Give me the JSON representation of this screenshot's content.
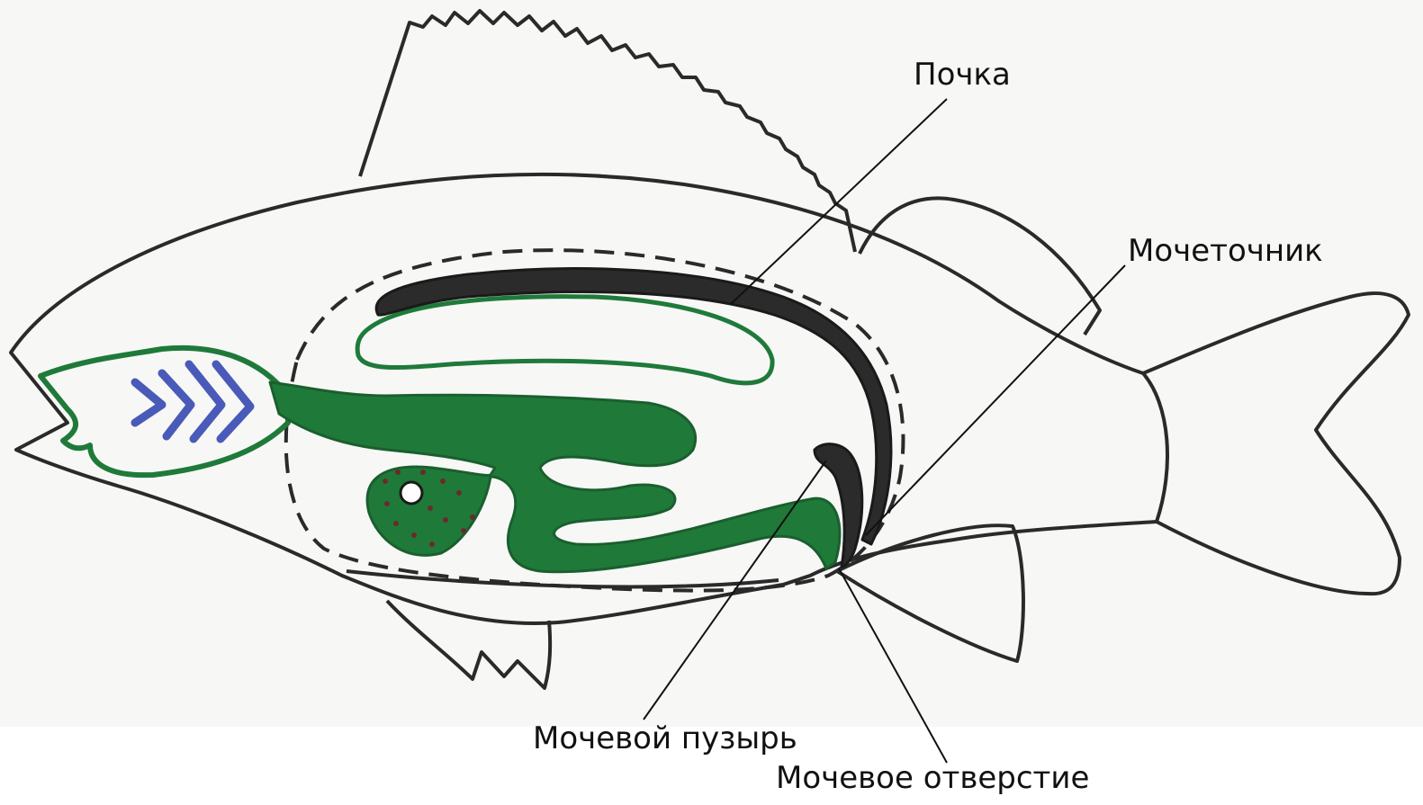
{
  "labels": {
    "kidney": "Почка",
    "ureter": "Мочеточник",
    "bladder": "Мочевой пузырь",
    "opening": "Мочевое отверстие"
  },
  "colors": {
    "outline": "#2a2a2a",
    "digestive": "#1f7a3a",
    "kidney": "#2b2b2b",
    "gills": "#4a5ab8",
    "paper": "#f7f7f6"
  }
}
